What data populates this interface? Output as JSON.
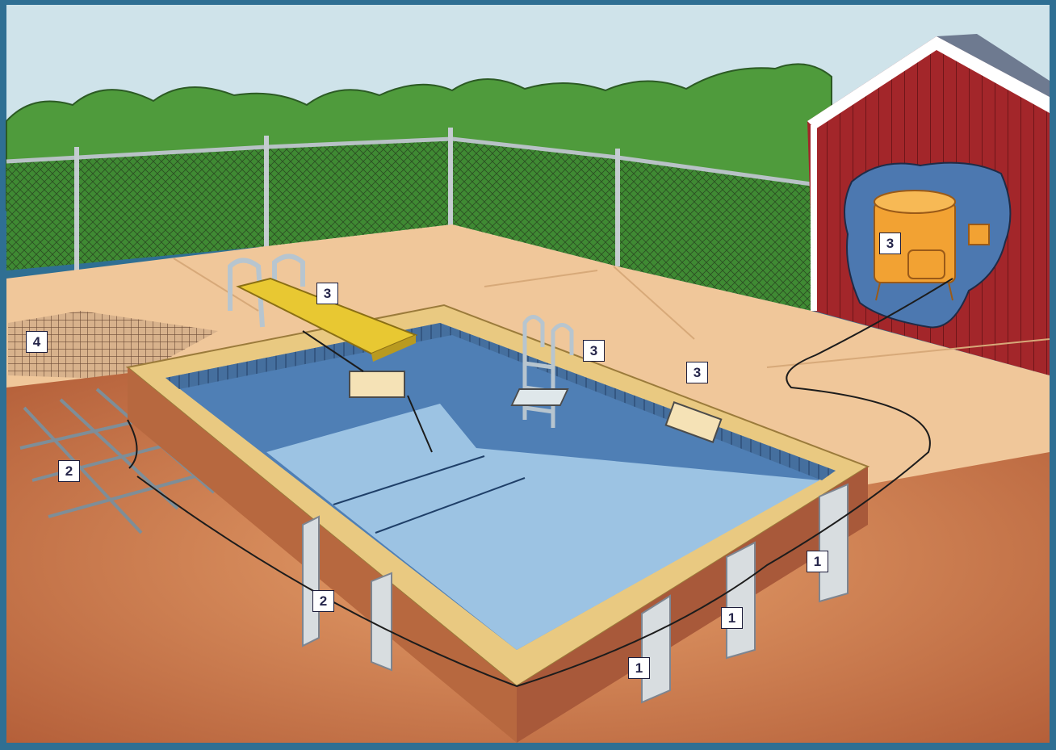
{
  "diagram": {
    "callouts": [
      {
        "id": "callout-1-left",
        "label": "1"
      },
      {
        "id": "callout-1-middle",
        "label": "1"
      },
      {
        "id": "callout-1-right",
        "label": "1"
      },
      {
        "id": "callout-2-left",
        "label": "2"
      },
      {
        "id": "callout-2-wall",
        "label": "2"
      },
      {
        "id": "callout-3-diving-board",
        "label": "3"
      },
      {
        "id": "callout-3-ladder",
        "label": "3"
      },
      {
        "id": "callout-3-drain",
        "label": "3"
      },
      {
        "id": "callout-3-pump",
        "label": "3"
      },
      {
        "id": "callout-4-deck-mesh",
        "label": "4"
      }
    ]
  },
  "colors": {
    "sky": "#cfe3ea",
    "trees": "#4f9b3c",
    "fence": "#2d5a25",
    "deck": "#f0c79a",
    "pool_water": "#9cc3e3",
    "pool_wall": "#4f7fb5",
    "coping": "#e9c981",
    "shed": "#a3262a",
    "equipment": "#f2a233",
    "diving_board": "#e8c832",
    "soil": "#c97845",
    "callout_text": "#25254a"
  }
}
